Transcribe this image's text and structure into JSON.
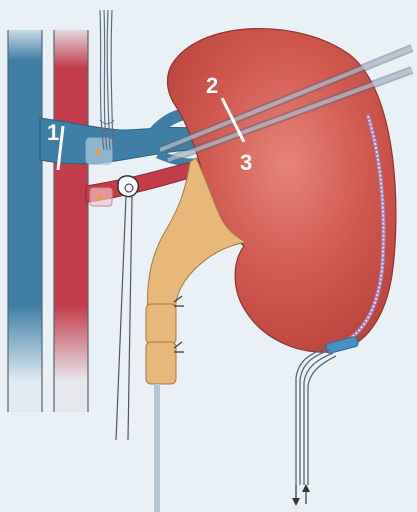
{
  "labels": {
    "renal_vein_marker": "1",
    "upper_line_marker": "2",
    "lower_line_marker": "3"
  },
  "colors": {
    "background": "#e9f1f6",
    "kidney": "#c9524c",
    "kidney_highlight": "#e07c72",
    "vein": "#3f7ea5",
    "artery": "#c23c4a",
    "ureter": "#e8b77a",
    "catheter_blue": "#4a8fc4",
    "guide_green": "#4a8a4a"
  },
  "icons": [
    "vessel-clamp-icon",
    "bulldog-clip-icon",
    "flow-arrow-down-icon",
    "flow-arrow-up-icon"
  ]
}
